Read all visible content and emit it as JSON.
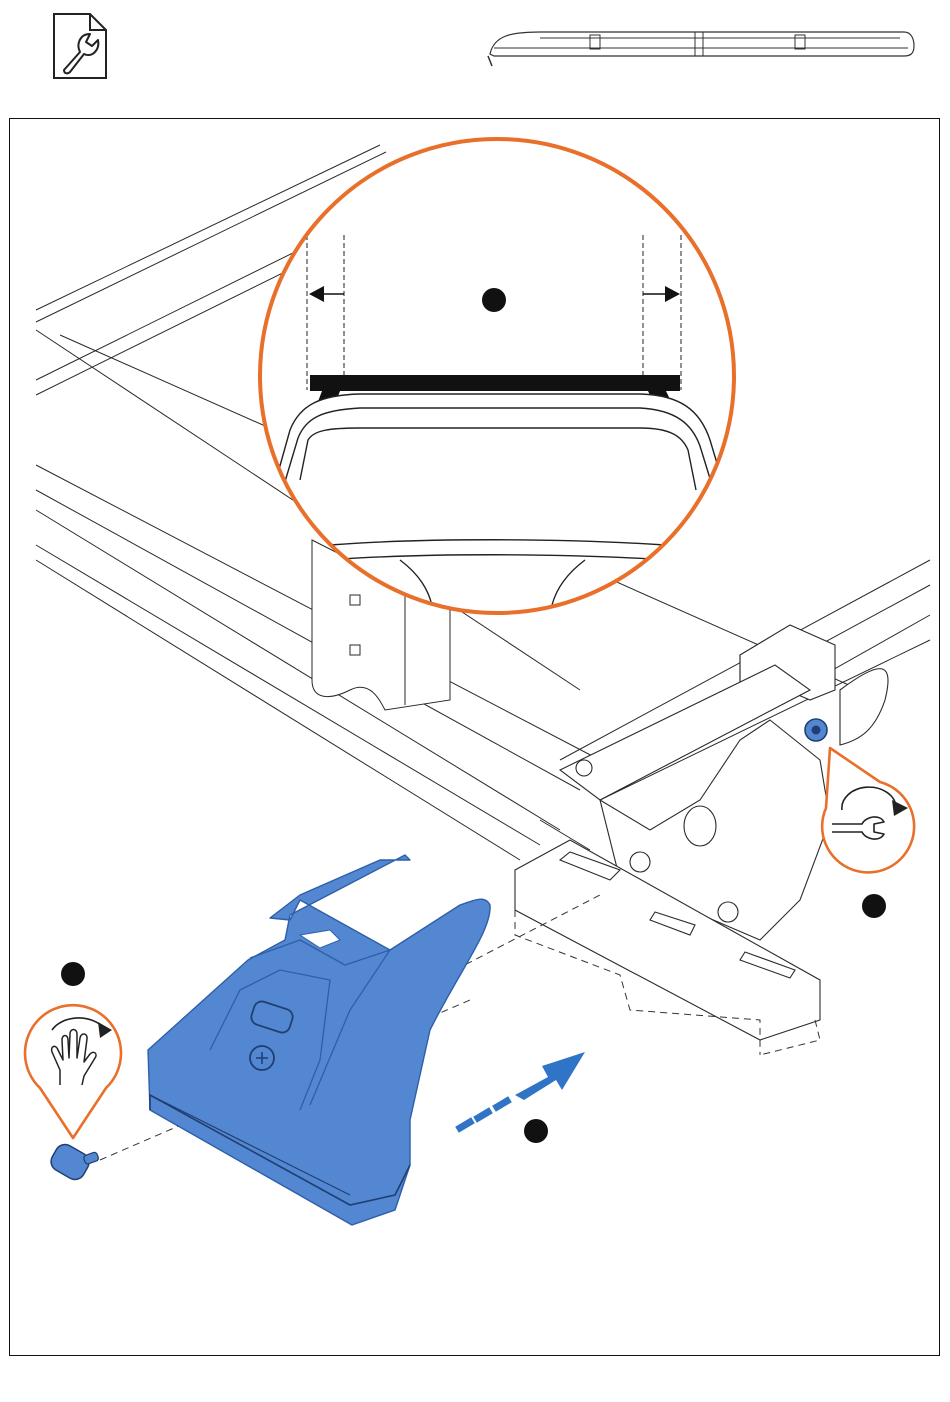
{
  "page": {
    "header": {
      "tool_icon": "document-wrench-icon",
      "rail_icon": "roof-rail-thumbnail-icon"
    },
    "figure": {
      "callout_circle": "zoom-detail-circle",
      "step_markers": [
        "step-marker-1",
        "step-marker-2",
        "step-marker-3",
        "step-marker-4"
      ],
      "badges": {
        "hand_turn": "hand-rotate-clockwise-icon",
        "wrench_turn": "wrench-rotate-clockwise-icon"
      },
      "parts": {
        "foot_cover": "blue-foot-cover",
        "knob": "blue-adjustment-knob",
        "nut": "blue-nut"
      }
    },
    "colors": {
      "accent_orange": "#E8702A",
      "part_blue": "#5487D1",
      "part_blue_dark": "#2E5FA8",
      "arrow_blue": "#2F74C6",
      "line": "#1a1a1a"
    }
  }
}
